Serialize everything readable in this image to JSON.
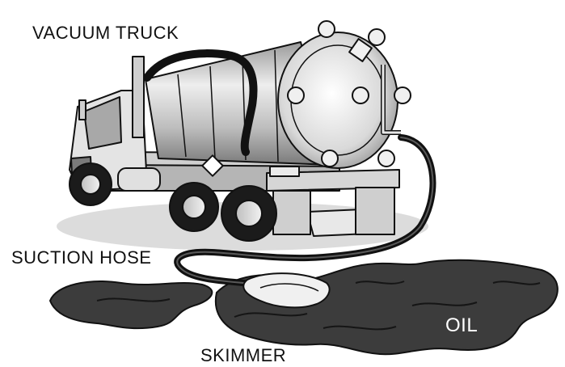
{
  "labels": {
    "vacuum_truck": "VACUUM TRUCK",
    "suction_hose": "SUCTION HOSE",
    "skimmer": "SKIMMER",
    "oil": "OIL"
  },
  "colors": {
    "oil": "#3c3c3c",
    "oil_ripple": "#151515",
    "tank_light": "#e6e6e6",
    "tank_dark": "#8c8c8c",
    "hose": "#1a1a1a",
    "outline": "#111111"
  }
}
